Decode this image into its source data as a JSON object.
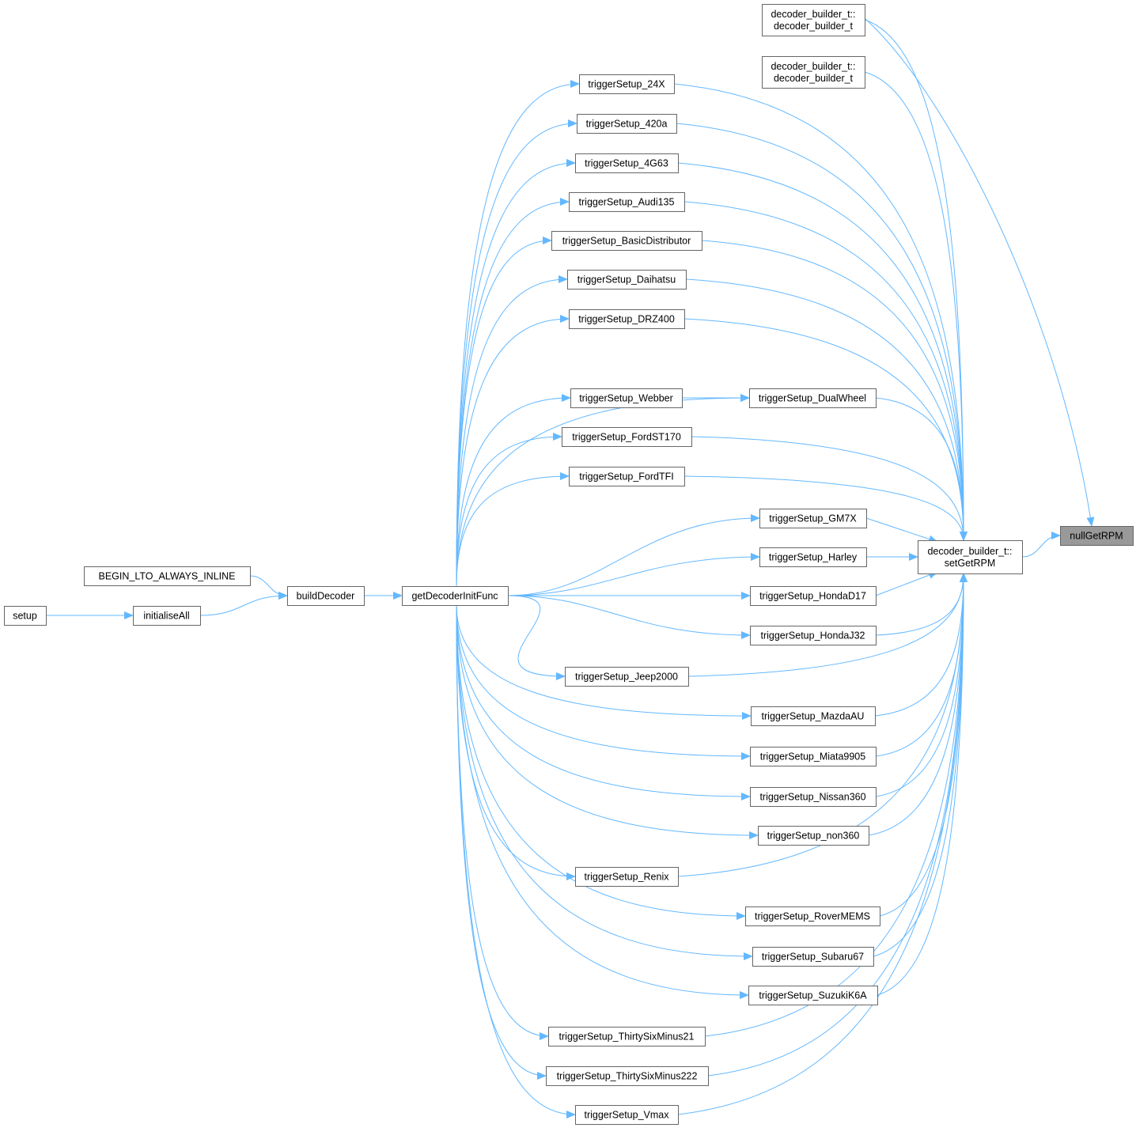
{
  "colors": {
    "edge": "#63b8ff",
    "node_border": "#666666",
    "highlight_fill": "#999999"
  },
  "nodes": [
    {
      "id": "dbt1",
      "lines": [
        "decoder_builder_t::",
        "decoder_builder_t"
      ]
    },
    {
      "id": "dbt2",
      "lines": [
        "decoder_builder_t::",
        "decoder_builder_t"
      ]
    },
    {
      "id": "t24x",
      "lines": [
        "triggerSetup_24X"
      ]
    },
    {
      "id": "t420a",
      "lines": [
        "triggerSetup_420a"
      ]
    },
    {
      "id": "t4g63",
      "lines": [
        "triggerSetup_4G63"
      ]
    },
    {
      "id": "taudi",
      "lines": [
        "triggerSetup_Audi135"
      ]
    },
    {
      "id": "tbasic",
      "lines": [
        "triggerSetup_BasicDistributor"
      ]
    },
    {
      "id": "tdaih",
      "lines": [
        "triggerSetup_Daihatsu"
      ]
    },
    {
      "id": "tdrz",
      "lines": [
        "triggerSetup_DRZ400"
      ]
    },
    {
      "id": "tdual",
      "lines": [
        "triggerSetup_DualWheel"
      ]
    },
    {
      "id": "twebber",
      "lines": [
        "triggerSetup_Webber"
      ]
    },
    {
      "id": "tst170",
      "lines": [
        "triggerSetup_FordST170"
      ]
    },
    {
      "id": "ttfi",
      "lines": [
        "triggerSetup_FordTFI"
      ]
    },
    {
      "id": "tgm7x",
      "lines": [
        "triggerSetup_GM7X"
      ]
    },
    {
      "id": "tharley",
      "lines": [
        "triggerSetup_Harley"
      ]
    },
    {
      "id": "td17",
      "lines": [
        "triggerSetup_HondaD17"
      ]
    },
    {
      "id": "tj32",
      "lines": [
        "triggerSetup_HondaJ32"
      ]
    },
    {
      "id": "tjeep",
      "lines": [
        "triggerSetup_Jeep2000"
      ]
    },
    {
      "id": "tmazda",
      "lines": [
        "triggerSetup_MazdaAU"
      ]
    },
    {
      "id": "tmiata",
      "lines": [
        "triggerSetup_Miata9905"
      ]
    },
    {
      "id": "tnissan",
      "lines": [
        "triggerSetup_Nissan360"
      ]
    },
    {
      "id": "tnon360",
      "lines": [
        "triggerSetup_non360"
      ]
    },
    {
      "id": "trenix",
      "lines": [
        "triggerSetup_Renix"
      ]
    },
    {
      "id": "trover",
      "lines": [
        "triggerSetup_RoverMEMS"
      ]
    },
    {
      "id": "tsubaru",
      "lines": [
        "triggerSetup_Subaru67"
      ]
    },
    {
      "id": "tsuzuki",
      "lines": [
        "triggerSetup_SuzukiK6A"
      ]
    },
    {
      "id": "t3621",
      "lines": [
        "triggerSetup_ThirtySixMinus21"
      ]
    },
    {
      "id": "t36222",
      "lines": [
        "triggerSetup_ThirtySixMinus222"
      ]
    },
    {
      "id": "tvmax",
      "lines": [
        "triggerSetup_Vmax"
      ]
    },
    {
      "id": "setget",
      "lines": [
        "decoder_builder_t::",
        "setGetRPM"
      ]
    },
    {
      "id": "nullget",
      "lines": [
        "nullGetRPM"
      ],
      "highlighted": true
    },
    {
      "id": "getinit",
      "lines": [
        "getDecoderInitFunc"
      ]
    },
    {
      "id": "build",
      "lines": [
        "buildDecoder"
      ]
    },
    {
      "id": "begin",
      "lines": [
        "BEGIN_LTO_ALWAYS_INLINE"
      ]
    },
    {
      "id": "initall",
      "lines": [
        "initialiseAll"
      ]
    },
    {
      "id": "setup",
      "lines": [
        "setup"
      ]
    }
  ],
  "edges": [
    [
      "setget",
      "nullget"
    ],
    [
      "dbt1",
      "nullget"
    ],
    [
      "dbt1",
      "setget"
    ],
    [
      "dbt2",
      "setget"
    ],
    [
      "t24x",
      "setget"
    ],
    [
      "t420a",
      "setget"
    ],
    [
      "t4g63",
      "setget"
    ],
    [
      "taudi",
      "setget"
    ],
    [
      "tbasic",
      "setget"
    ],
    [
      "tdaih",
      "setget"
    ],
    [
      "tdrz",
      "setget"
    ],
    [
      "tdual",
      "setget"
    ],
    [
      "tst170",
      "setget"
    ],
    [
      "ttfi",
      "setget"
    ],
    [
      "tgm7x",
      "setget"
    ],
    [
      "tharley",
      "setget"
    ],
    [
      "td17",
      "setget"
    ],
    [
      "tj32",
      "setget"
    ],
    [
      "tjeep",
      "setget"
    ],
    [
      "tmazda",
      "setget"
    ],
    [
      "tmiata",
      "setget"
    ],
    [
      "tnissan",
      "setget"
    ],
    [
      "tnon360",
      "setget"
    ],
    [
      "trenix",
      "setget"
    ],
    [
      "trover",
      "setget"
    ],
    [
      "tsubaru",
      "setget"
    ],
    [
      "tsuzuki",
      "setget"
    ],
    [
      "t3621",
      "setget"
    ],
    [
      "t36222",
      "setget"
    ],
    [
      "tvmax",
      "setget"
    ],
    [
      "twebber",
      "tdual"
    ],
    [
      "getinit",
      "t24x"
    ],
    [
      "getinit",
      "t420a"
    ],
    [
      "getinit",
      "t4g63"
    ],
    [
      "getinit",
      "taudi"
    ],
    [
      "getinit",
      "tbasic"
    ],
    [
      "getinit",
      "tdaih"
    ],
    [
      "getinit",
      "tdrz"
    ],
    [
      "getinit",
      "tdual"
    ],
    [
      "getinit",
      "twebber"
    ],
    [
      "getinit",
      "tst170"
    ],
    [
      "getinit",
      "ttfi"
    ],
    [
      "getinit",
      "tgm7x"
    ],
    [
      "getinit",
      "tharley"
    ],
    [
      "getinit",
      "td17"
    ],
    [
      "getinit",
      "tj32"
    ],
    [
      "getinit",
      "tjeep"
    ],
    [
      "getinit",
      "tmazda"
    ],
    [
      "getinit",
      "tmiata"
    ],
    [
      "getinit",
      "tnissan"
    ],
    [
      "getinit",
      "tnon360"
    ],
    [
      "getinit",
      "trenix"
    ],
    [
      "getinit",
      "trover"
    ],
    [
      "getinit",
      "tsubaru"
    ],
    [
      "getinit",
      "tsuzuki"
    ],
    [
      "getinit",
      "t3621"
    ],
    [
      "getinit",
      "t36222"
    ],
    [
      "getinit",
      "tvmax"
    ],
    [
      "build",
      "getinit"
    ],
    [
      "begin",
      "build"
    ],
    [
      "initall",
      "build"
    ],
    [
      "setup",
      "initall"
    ]
  ]
}
